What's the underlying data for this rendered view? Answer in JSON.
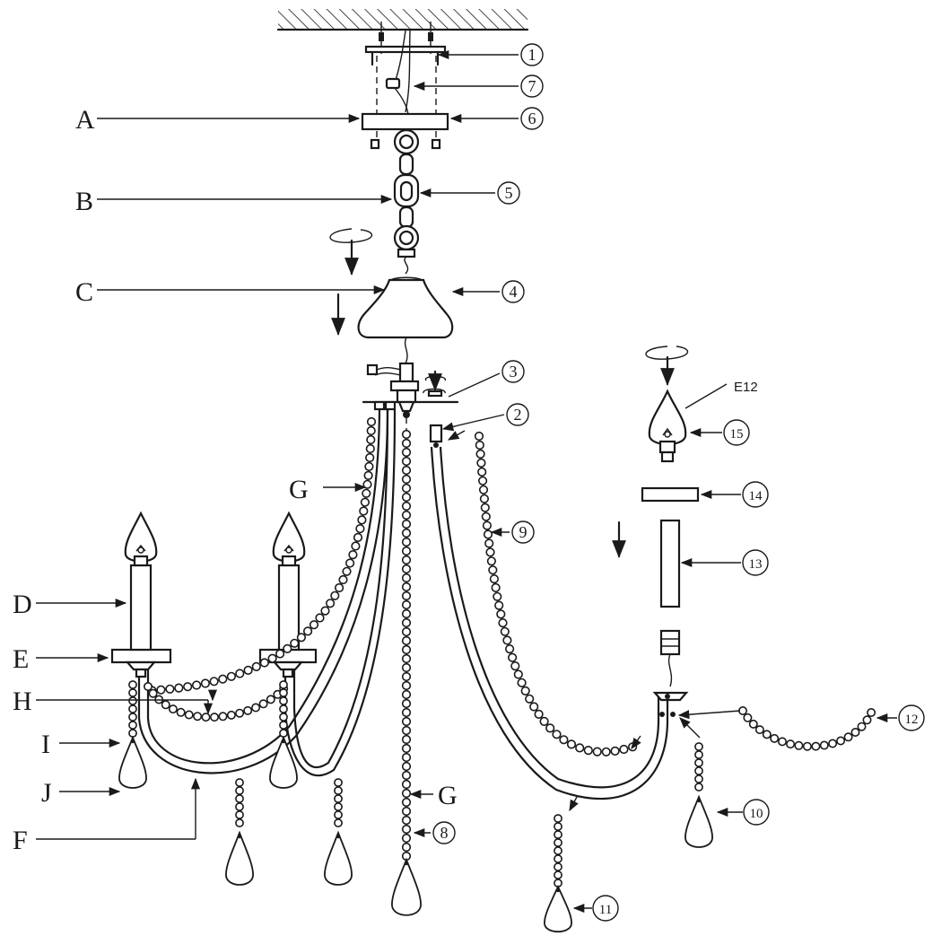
{
  "letter_labels": [
    "A",
    "B",
    "C",
    "D",
    "E",
    "G",
    "H",
    "I",
    "J",
    "F",
    "G"
  ],
  "part_numbers": [
    "1",
    "7",
    "6",
    "5",
    "4",
    "3",
    "2",
    "9",
    "15",
    "14",
    "13",
    "12",
    "10",
    "8",
    "11"
  ],
  "socket_type": "E12"
}
